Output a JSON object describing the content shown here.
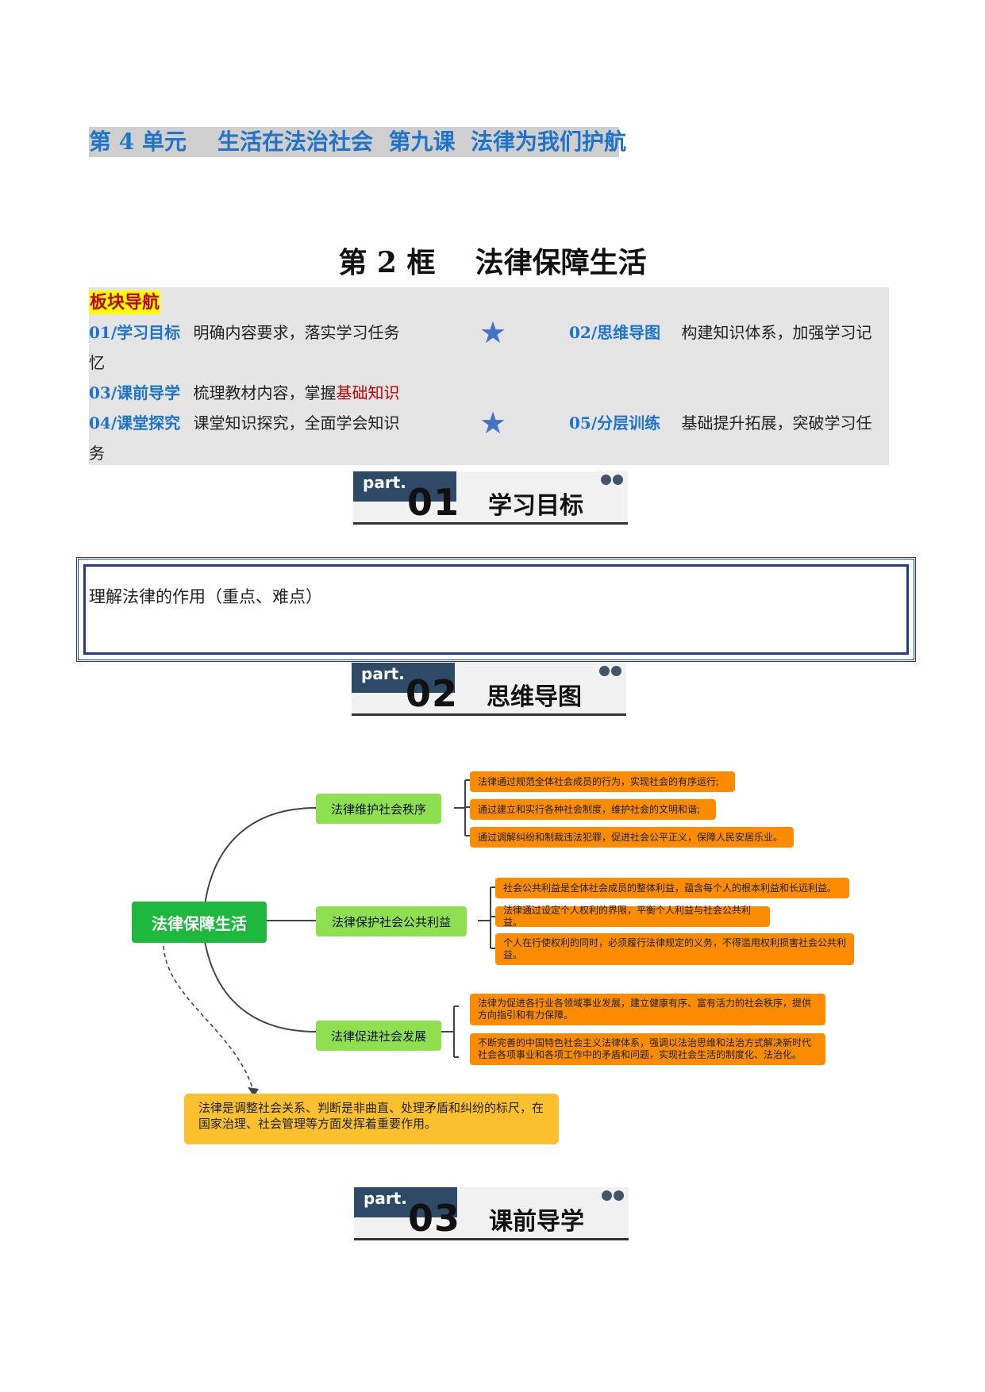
{
  "header": {
    "unit_title": "第 4 单元    生活在法治社会  第九课  法律为我们护航",
    "lesson_title": "第 2 框    法律保障生活"
  },
  "nav": {
    "heading": "板块导航",
    "items": [
      {
        "label": "01/学习目标",
        "text": "明确内容要求，落实学习任务"
      },
      {
        "label": "02/思维导图",
        "text": "构建知识体系，加强学习记",
        "wrap": "忆"
      },
      {
        "label": "03/课前导学",
        "text": "梳理教材内容，掌握",
        "highlight": "基础知识"
      },
      {
        "label": "04/课堂探究",
        "text": "课堂知识探究，全面学会知识"
      },
      {
        "label": "05/分层训练",
        "text": "基础提升拓展，突破学习任",
        "wrap": "务"
      }
    ],
    "star_icon": "★"
  },
  "parts": [
    {
      "word": "part.",
      "num": "01",
      "title": "学习目标"
    },
    {
      "word": "part.",
      "num": "02",
      "title": "思维导图"
    },
    {
      "word": "part.",
      "num": "03",
      "title": "课前导学"
    }
  ],
  "goal": {
    "text": "理解法律的作用（重点、难点）"
  },
  "mindmap": {
    "root": "法律保障生活",
    "branches": [
      {
        "label": "法律维护社会秩序",
        "leaves": [
          "法律通过规范全体社会成员的行为，实现社会的有序运行;",
          "通过建立和实行各种社会制度，维护社会的文明和谐;",
          "通过调解纠纷和制裁违法犯罪，促进社会公平正义，保障人民安居乐业。"
        ]
      },
      {
        "label": "法律保护社会公共利益",
        "leaves": [
          "社会公共利益是全体社会成员的整体利益，蕴含每个人的根本利益和长远利益。",
          "法律通过设定个人权利的界限，平衡个人利益与社会公共利益。",
          "个人在行使权利的同时，必须履行法律规定的义务，不得滥用权利损害社会公共利益。"
        ]
      },
      {
        "label": "法律促进社会发展",
        "leaves": [
          "法律为促进各行业各领域事业发展，建立健康有序、富有活力的社会秩序，提供方向指引和有力保障。",
          "不断完善的中国特色社会主义法律体系，强调以法治思维和法治方式解决新时代社会各项事业和各项工作中的矛盾和问题，实现社会生活的制度化、法治化。"
        ]
      }
    ],
    "summary": "法律是调整社会关系、判断是非曲直、处理矛盾和纠纷的标尺，在国家治理、社会管理等方面发挥着重要作用。"
  },
  "colors": {
    "blue_heading": "#1f73c8",
    "root_green": "#1fb83f",
    "branch_green": "#8fe04e",
    "leaf_orange": "#fb8c00",
    "summary_yellow": "#fbc02d",
    "banner_navy": "#2e4a66"
  }
}
